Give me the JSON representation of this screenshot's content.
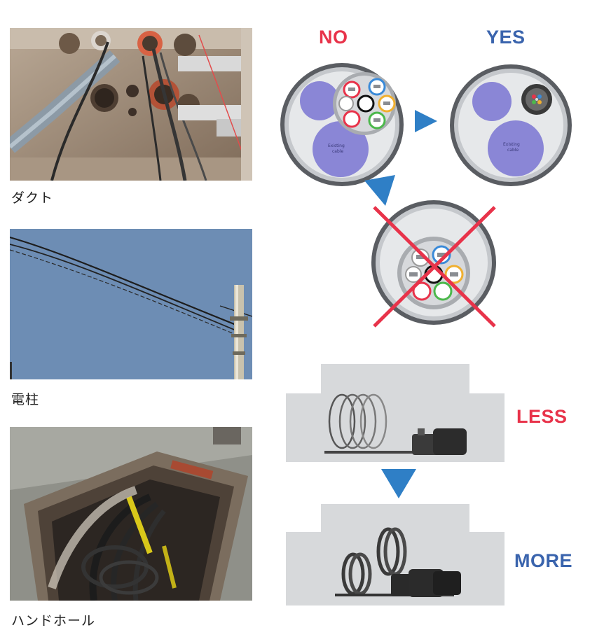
{
  "captions": {
    "duct": "ダクト",
    "pole": "電柱",
    "handhole": "ハンドホール"
  },
  "labels": {
    "no": "NO",
    "yes": "YES",
    "less": "LESS",
    "more": "MORE"
  },
  "cable_text": {
    "line1": "Existing",
    "line2": "cable"
  },
  "colors": {
    "red_label": "#e8334a",
    "blue_label": "#3a64ad",
    "arrow": "#2f7fc6",
    "existing_cable": "#8a86d6",
    "sky": "#6d8db4",
    "panel_gray": "#d7d9db"
  }
}
